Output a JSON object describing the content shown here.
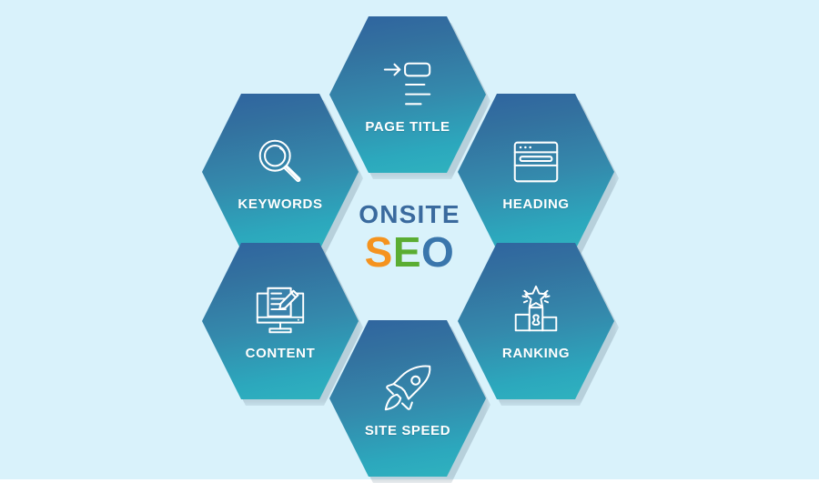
{
  "background_color": "#d9f2fb",
  "center": {
    "line1": "ONSITE",
    "seo": {
      "s": "S",
      "e": "E",
      "o": "O"
    },
    "colors": {
      "onsite": "#3a6a9e",
      "s": "#f5931e",
      "e": "#5aad32",
      "o": "#3a76ac"
    }
  },
  "hex_style": {
    "gradient_top": "#2f639f",
    "gradient_bottom": "#2fb4bf",
    "label_color": "#ffffff"
  },
  "nodes": [
    {
      "id": "page-title",
      "label": "PAGE TITLE",
      "icon": "page-title-icon"
    },
    {
      "id": "keywords",
      "label": "KEYWORDS",
      "icon": "magnifier-icon"
    },
    {
      "id": "heading",
      "label": "HEADING",
      "icon": "browser-window-icon"
    },
    {
      "id": "content",
      "label": "CONTENT",
      "icon": "monitor-pencil-icon"
    },
    {
      "id": "ranking",
      "label": "RANKING",
      "icon": "podium-star-icon"
    },
    {
      "id": "site-speed",
      "label": "SITE SPEED",
      "icon": "rocket-icon"
    }
  ]
}
